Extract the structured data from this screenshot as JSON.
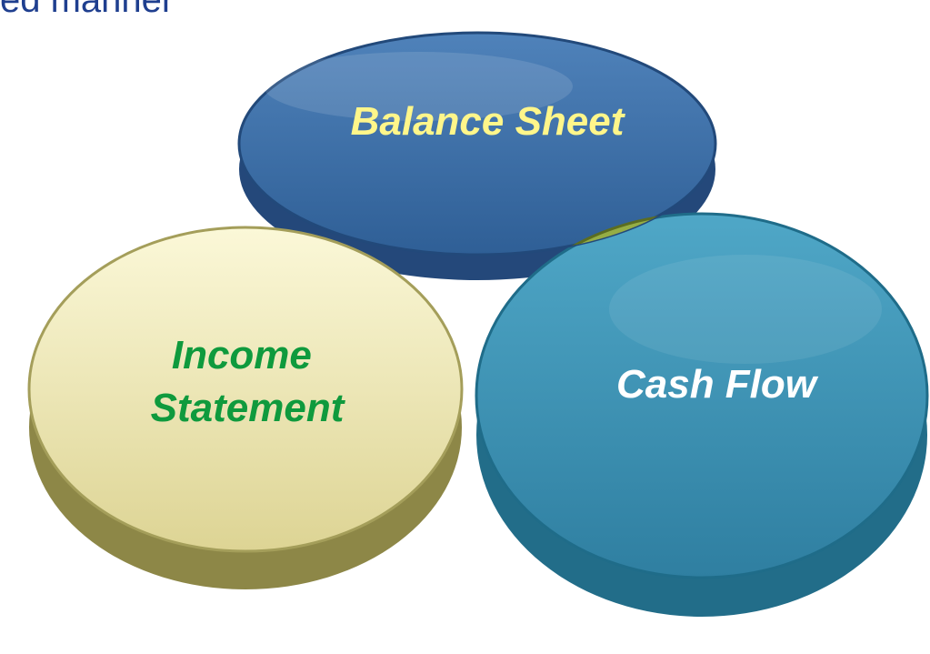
{
  "heading_fragment": "ed manner",
  "diagram": {
    "circles": [
      {
        "id": "balance-sheet",
        "label_lines": [
          "Balance Sheet"
        ],
        "fill": "#3d6ea7",
        "label_color": "#fff68a"
      },
      {
        "id": "income-statement",
        "label_lines": [
          "Income",
          "Statement"
        ],
        "fill": "#eee9b1",
        "label_color": "#0f9a3d"
      },
      {
        "id": "cash-flow",
        "label_lines": [
          "Cash Flow"
        ],
        "fill": "#3a94b5",
        "label_color": "#ffffff"
      }
    ],
    "overlaps": [
      {
        "id": "balance-income",
        "fill": "#c8763a"
      },
      {
        "id": "balance-cash",
        "fill": "#95ad45"
      },
      {
        "id": "income-cash",
        "fill": "#c65961"
      },
      {
        "id": "all-three",
        "fill": "#2f3541"
      }
    ]
  }
}
